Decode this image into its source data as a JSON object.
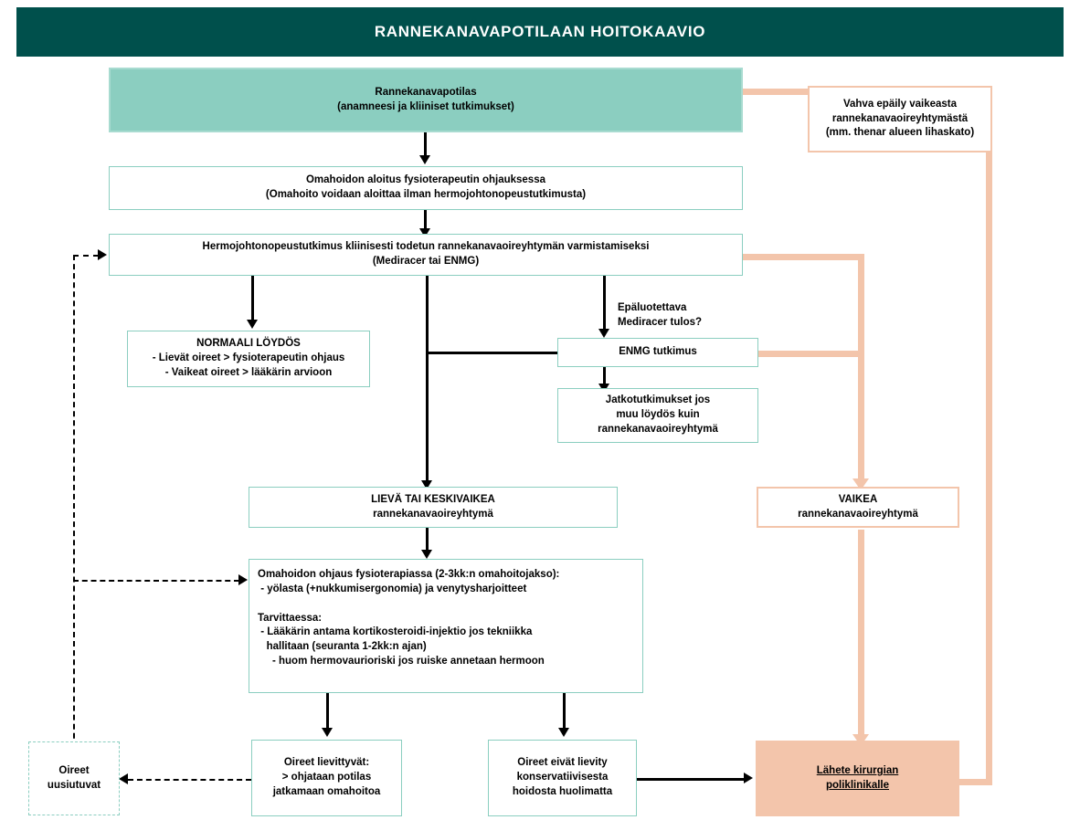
{
  "header": {
    "title": "RANNEKANAVAPOTILAAN HOITOKAAVIO"
  },
  "nodes": {
    "patient": {
      "line1": "Rannekanavapotilas",
      "line2": "(anamneesi ja kliiniset tutkimukset)"
    },
    "strong_suspicion": {
      "line1": "Vahva epäily vaikeasta",
      "line2": "rannekanavaoireyhtymästä",
      "line3": "(mm. thenar alueen lihaskato)"
    },
    "selfcare_start": {
      "line1": "Omahoidon aloitus fysioterapeutin ohjauksessa",
      "line2": "(Omahoito voidaan aloittaa ilman hermojohtonopeustutkimusta)"
    },
    "nerve_conduction": {
      "line1": "Hermojohtonopeustutkimus kliinisesti todetun rannekanavaoireyhtymän varmistamiseksi",
      "line2": "(Mediracer tai ENMG)"
    },
    "normal_finding": {
      "line1": "NORMAALI LÖYDÖS",
      "line2": "- Lievät oireet > fysioterapeutin ohjaus",
      "line3": "- Vaikeat oireet > lääkärin arvioon"
    },
    "enmg_study": {
      "line1": "ENMG tutkimus"
    },
    "further_studies": {
      "line1": "Jatkotutkimukset jos",
      "line2": "muu löydös kuin",
      "line3": "rannekanavaoireyhtymä"
    },
    "mild_moderate": {
      "line1": "LIEVÄ TAI KESKIVAIKEA",
      "line2": "rannekanavaoireyhtymä"
    },
    "severe": {
      "line1": "VAIKEA",
      "line2": "rannekanavaoireyhtymä"
    },
    "physio_guidance": {
      "line1": "Omahoidon ohjaus fysioterapiassa (2-3kk:n omahoitojakso):",
      "line2": " - yölasta (+nukkumisergonomia) ja venytysharjoitteet",
      "line3": "",
      "line4": "Tarvittaessa:",
      "line5": " - Lääkärin antama kortikosteroidi-injektio jos tekniikka",
      "line6": "   hallitaan (seuranta 1-2kk:n ajan)",
      "line7": "     - huom hermovaurioriski jos ruiske annetaan hermoon"
    },
    "symptoms_relapse": {
      "line1": "Oireet",
      "line2": "uusiutuvat"
    },
    "symptoms_relieve": {
      "line1": "Oireet lievittyvät:",
      "line2": "> ohjataan potilas",
      "line3": "jatkamaan omahoitoa"
    },
    "symptoms_persist": {
      "line1": "Oireet eivät lievity",
      "line2": "konservatiivisesta",
      "line3": "hoidosta huolimatta"
    },
    "referral": {
      "line1": "Lähete kirurgian",
      "line2": "poliklinikalle"
    }
  },
  "labels": {
    "unreliable_mediracer_1": "Epäluotettava",
    "unreliable_mediracer_2": "Mediracer tulos?"
  },
  "colors": {
    "header_bg": "#00504c",
    "teal_fill": "#8bcec0",
    "teal_border": "#8bcec0",
    "pink": "#f3c5ab",
    "connector": "#000000",
    "page_bg": "#ffffff"
  }
}
